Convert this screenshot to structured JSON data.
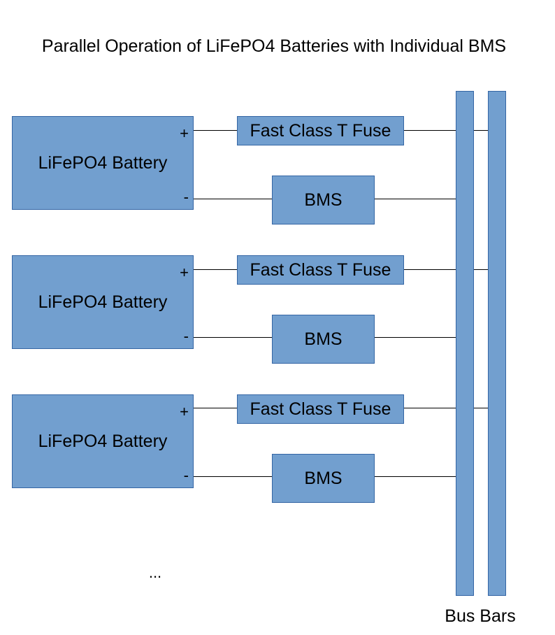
{
  "title": "Parallel Operation of LiFePO4 Batteries with Individual BMS",
  "colors": {
    "component_fill": "#729fcf",
    "component_border": "#3465a4",
    "wire": "#000000"
  },
  "strings": [
    {
      "battery": {
        "label": "LiFePO4 Battery",
        "positive": "+",
        "negative": "-"
      },
      "fuse": "Fast Class T Fuse",
      "bms": "BMS"
    },
    {
      "battery": {
        "label": "LiFePO4 Battery",
        "positive": "+",
        "negative": "-"
      },
      "fuse": "Fast Class T Fuse",
      "bms": "BMS"
    },
    {
      "battery": {
        "label": "LiFePO4 Battery",
        "positive": "+",
        "negative": "-"
      },
      "fuse": "Fast Class T Fuse",
      "bms": "BMS"
    }
  ],
  "continuation": "...",
  "busbars_label": "Bus Bars"
}
